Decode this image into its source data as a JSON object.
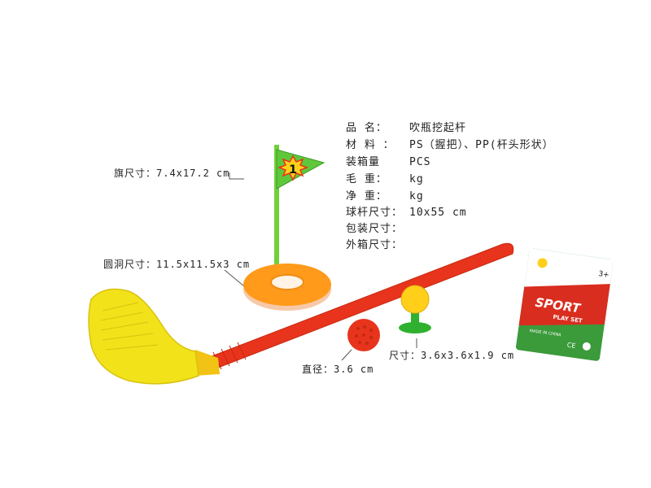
{
  "specs": [
    {
      "key": "品  名：",
      "value": "吹瓶挖起杆"
    },
    {
      "key": "材  料 ：",
      "value": "PS（握把）、PP(杆头形状）"
    },
    {
      "key": "装箱量",
      "value": "PCS"
    },
    {
      "key": "毛  重：",
      "value": "kg"
    },
    {
      "key": "净  重：",
      "value": "kg"
    },
    {
      "key": "球杆尺寸：",
      "value": "10x55 cm"
    },
    {
      "key": "包装尺寸：",
      "value": ""
    },
    {
      "key": "外箱尺寸：",
      "value": ""
    }
  ],
  "labels": {
    "flag_size": "旗尺寸：7.4x17.2 cm",
    "hole_size": "圆洞尺寸：11.5x11.5x3 cm",
    "ball_diameter": "直径：3.6 cm",
    "tee_size": "尺寸：3.6x3.6x1.9 cm"
  },
  "flag": {
    "number": "1"
  },
  "card": {
    "title": "SPORT",
    "subtitle": "PLAY SET",
    "age": "3+",
    "made_in": "MADE IN CHINA"
  },
  "colors": {
    "club_head": "#f2e21a",
    "shaft": "#e8341c",
    "flag": "#5ec83a",
    "hole": "#ff9a1a",
    "ball": "#e8341c",
    "tee_ball": "#ffcf1a",
    "tee": "#2fb12f"
  }
}
